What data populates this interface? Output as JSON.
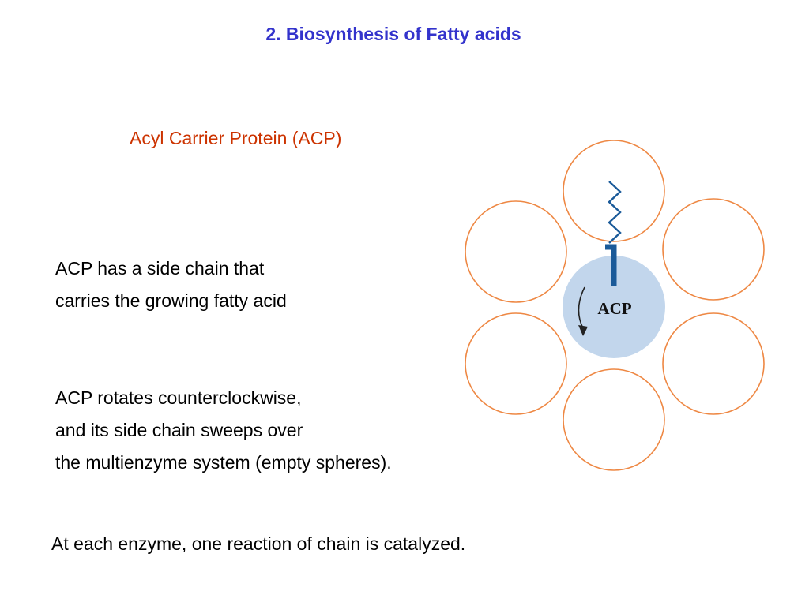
{
  "slide": {
    "title": "2. Biosynthesis of Fatty acids",
    "subtitle": "Acyl Carrier Protein (ACP)",
    "paragraph1": [
      "ACP has a side chain that",
      "carries the growing fatty acid"
    ],
    "paragraph2": [
      "ACP rotates counterclockwise,",
      "and its side chain sweeps over",
      "the multienzyme system (empty spheres)."
    ],
    "footer": "At each enzyme, one reaction of chain is catalyzed."
  },
  "diagram": {
    "center_label": "ACP",
    "colors": {
      "sphere_outline": "#ee8844",
      "acp_fill": "#c2d6ec",
      "side_chain": "#1a5a99",
      "title": "#3333cc",
      "subtitle": "#cc3300"
    }
  }
}
